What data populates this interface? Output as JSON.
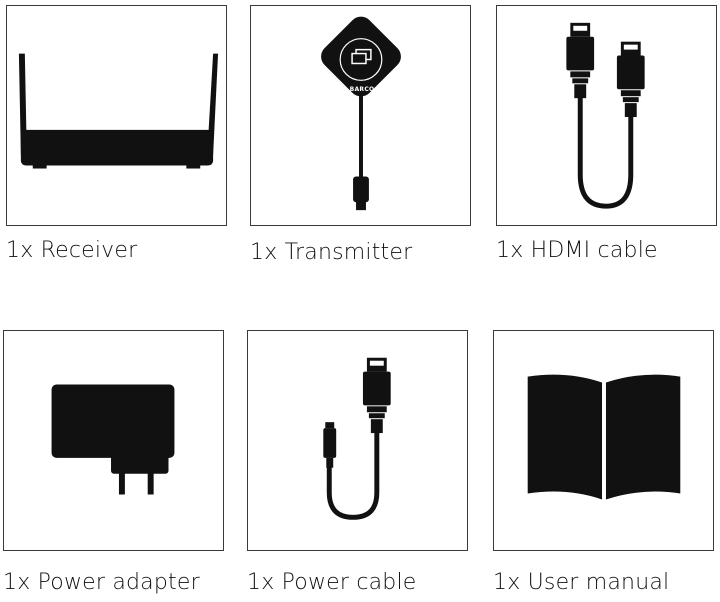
{
  "items": [
    {
      "caption": "1x Receiver",
      "icon": "receiver-icon"
    },
    {
      "caption": "1x Transmitter",
      "icon": "transmitter-icon",
      "brand_mark": "BARCO"
    },
    {
      "caption": "1x HDMI cable",
      "icon": "hdmi-cable-icon"
    },
    {
      "caption": "1x Power adapter",
      "icon": "power-adapter-icon"
    },
    {
      "caption": "1x Power cable",
      "icon": "power-cable-icon"
    },
    {
      "caption": "1x User manual",
      "icon": "user-manual-icon"
    }
  ],
  "colors": {
    "ink": "#111111",
    "border": "#3a3a3a",
    "background": "#ffffff"
  }
}
